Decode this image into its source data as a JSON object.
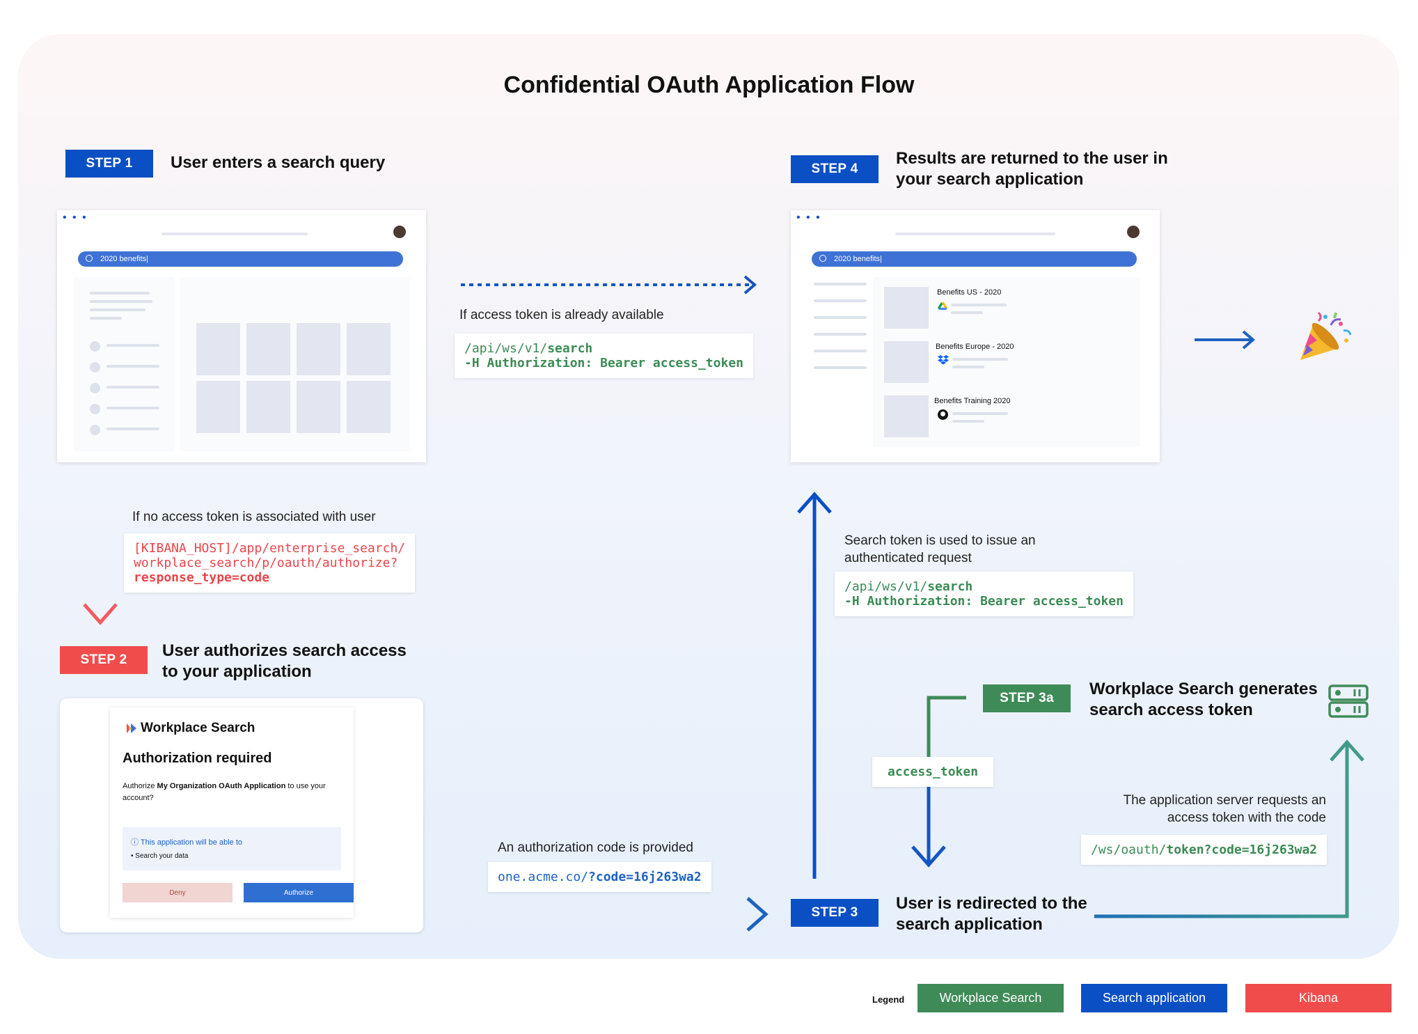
{
  "title": "Confidential OAuth Application Flow",
  "step1": {
    "badge": "STEP 1",
    "heading": "User enters a search query",
    "search_text": "2020 benefits|"
  },
  "step4": {
    "badge": "STEP 4",
    "heading_line1": "Results are returned to the user in",
    "heading_line2": "your search application",
    "search_text": "2020 benefits|",
    "results": [
      {
        "title": "Benefits US - 2020",
        "icon": "google-drive-icon"
      },
      {
        "title": "Benefits Europe - 2020",
        "icon": "dropbox-icon"
      },
      {
        "title": "Benefits Training 2020",
        "icon": "github-icon"
      }
    ]
  },
  "token_available": {
    "note": "If access token is already available",
    "code_line1_prefix": "/api/ws/v1/",
    "code_line1_bold": "search",
    "code_line2": "-H Authorization: Bearer access_token"
  },
  "no_token": {
    "note": "If no access token is associated with user",
    "code_line1": "[KIBANA_HOST]/app/enterprise_search/",
    "code_line2": "workplace_search/p/oauth/authorize?",
    "code_line3": "response_type=code"
  },
  "step2": {
    "badge": "STEP 2",
    "heading_line1": "User authorizes search access",
    "heading_line2": "to your application",
    "dialog": {
      "brand": "Workplace Search",
      "title": "Authorization required",
      "text_prefix": "Authorize ",
      "text_bold": "My Organization OAuth Application",
      "text_suffix": " to use your",
      "text_line2": "account?",
      "permissions_title": "This application will be able to",
      "permission_item": "Search your data",
      "deny_label": "Deny",
      "authorize_label": "Authorize"
    }
  },
  "search_token": {
    "note_line1": "Search token is used to issue an",
    "note_line2": "authenticated request",
    "code_line1_prefix": "/api/ws/v1/",
    "code_line1_bold": "search",
    "code_line2": "-H Authorization: Bearer access_token"
  },
  "step3a": {
    "badge": "STEP 3a",
    "heading_line1": "Workplace Search generates",
    "heading_line2": "search access token",
    "icon": "server-icon"
  },
  "access_token_label": "access_token",
  "app_server": {
    "note_line1": "The application server requests an",
    "note_line2": "access token with the code",
    "code_prefix": "/ws/oauth/",
    "code_bold": "token?code=16j263wa2"
  },
  "auth_code": {
    "note": "An authorization code is provided",
    "code_prefix": "one.acme.co/",
    "code_bold": "?code=16j263wa2"
  },
  "step3": {
    "badge": "STEP 3",
    "heading_line1": "User is redirected to the",
    "heading_line2": "search application"
  },
  "celebration_icon": "party-popper-icon",
  "legend": {
    "label": "Legend",
    "items": [
      {
        "label": "Workplace Search",
        "color": "#3f8b58"
      },
      {
        "label": "Search application",
        "color": "#0b4fc4"
      },
      {
        "label": "Kibana",
        "color": "#f04c4c"
      }
    ]
  },
  "colors": {
    "blue": "#0b4fc4",
    "red": "#f04c4c",
    "green": "#3f8b58"
  }
}
